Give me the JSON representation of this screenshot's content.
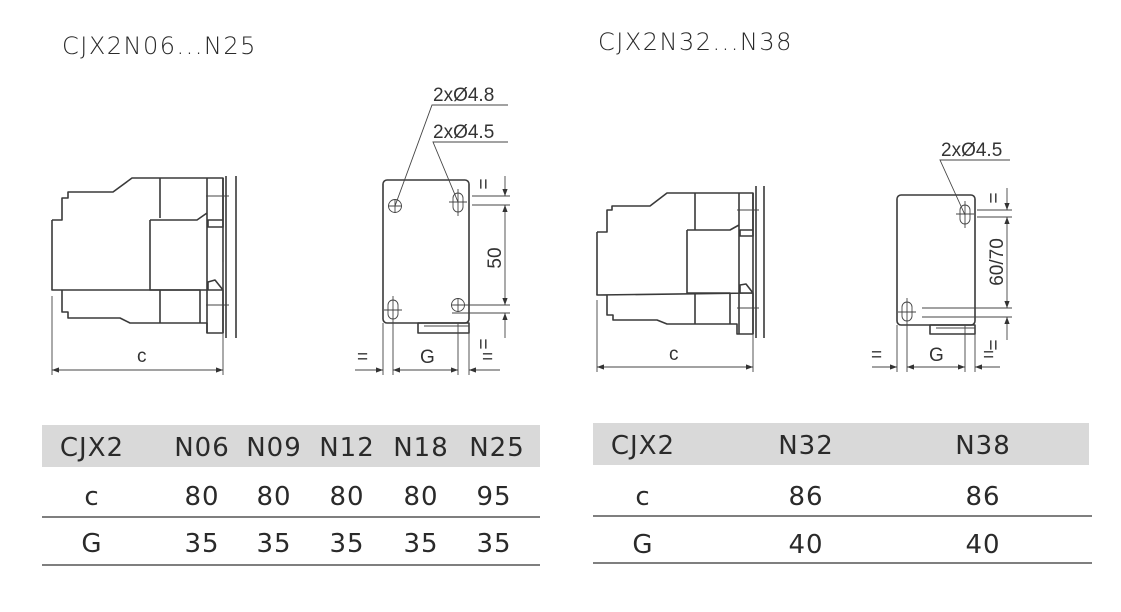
{
  "left": {
    "title": "CJX2N06...N25",
    "dims": {
      "c": "c",
      "g": "G",
      "height": "50",
      "hole1": "2xØ4.8",
      "hole2": "2xØ4.5",
      "eq": "="
    },
    "table": {
      "header": [
        "CJX2",
        "N06",
        "N09",
        "N12",
        "N18",
        "N25"
      ],
      "rows": [
        {
          "label": "c",
          "values": [
            "80",
            "80",
            "80",
            "80",
            "95"
          ]
        },
        {
          "label": "G",
          "values": [
            "35",
            "35",
            "35",
            "35",
            "35"
          ]
        }
      ]
    }
  },
  "right": {
    "title": "CJX2N32...N38",
    "dims": {
      "c": "c",
      "g": "G",
      "height": "60/70",
      "hole": "2xØ4.5",
      "eq": "="
    },
    "table": {
      "header": [
        "CJX2",
        "N32",
        "N38"
      ],
      "rows": [
        {
          "label": "c",
          "values": [
            "86",
            "86"
          ]
        },
        {
          "label": "G",
          "values": [
            "40",
            "40"
          ]
        }
      ]
    }
  },
  "colors": {
    "header_bg": "#d9d9d9",
    "line": "#3a3a3a"
  }
}
